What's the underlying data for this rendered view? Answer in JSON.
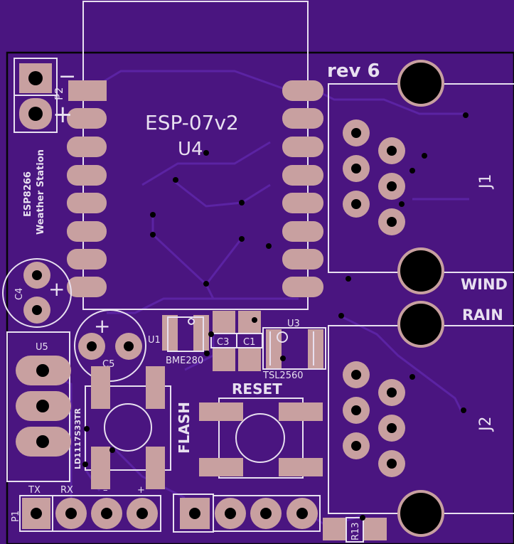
{
  "colors": {
    "board": "#4a1580",
    "board_dark": "#3d0f6e",
    "trace": "#5a22a0",
    "pad": "#c8a0a0",
    "silk": "#e8e0f0",
    "drill": "#000000",
    "outline": "#050505"
  },
  "labels": {
    "rev": "rev 6",
    "esp_name": "ESP-07v2",
    "u4": "U4",
    "j1": "J1",
    "j2": "J2",
    "wind": "WIND",
    "rain": "RAIN",
    "p2": "P2",
    "minus": "−",
    "plus": "+",
    "title_line1": "ESP8266",
    "title_line2": "Weather Station",
    "c4": "C4",
    "c5": "C5",
    "u5": "U5",
    "u1": "U1",
    "bme": "BME280",
    "c3": "C3",
    "c1": "C1",
    "u3": "U3",
    "tsl": "TSL2560",
    "reset": "RESET",
    "flash": "FLASH",
    "ld": "LD1117S33TR",
    "tx": "TX",
    "rx": "RX",
    "p1": "P1",
    "gnd_mark": "–",
    "vcc_mark": "+",
    "r13": "R13"
  }
}
